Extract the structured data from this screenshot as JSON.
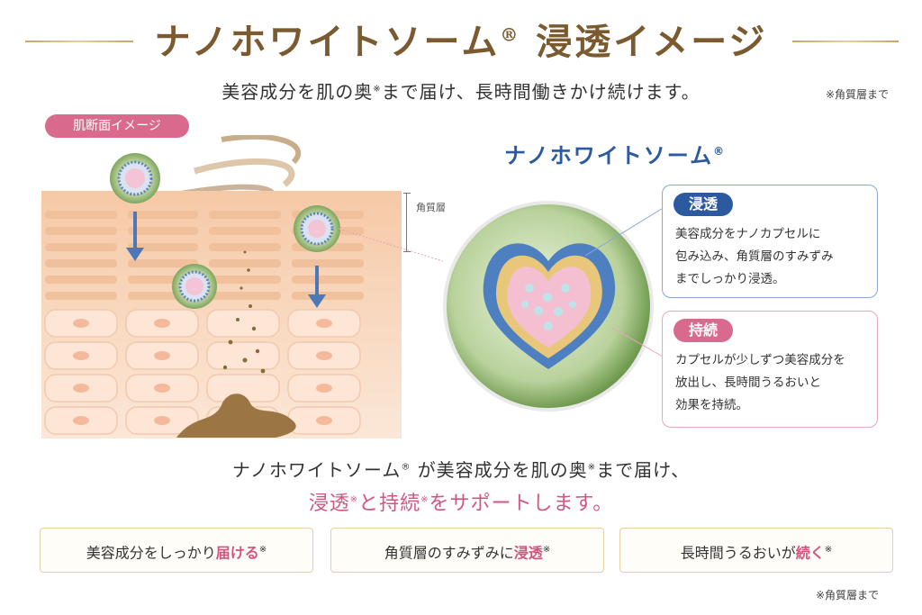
{
  "title": {
    "main": "ナノホワイトソーム",
    "reg": "®",
    "tail": " 浸透イメージ"
  },
  "subtitle": {
    "pre": "美容成分を肌の奥",
    "mark": "※",
    "post": "まで届け、長時間働きかけ続けます。"
  },
  "note_top": "※角質層まで",
  "skin_label": "肌断面イメージ",
  "nano_label": {
    "text": "ナノホワイトソーム",
    "reg": "®"
  },
  "stratum_label": "角質層",
  "callouts": [
    {
      "tag": "浸透",
      "lines": [
        "美容成分をナノカプセルに",
        "包み込み、角質層のすみずみ",
        "までしっかり浸透。"
      ]
    },
    {
      "tag": "持続",
      "lines": [
        "カプセルが少しずつ美容成分を",
        "放出し、長時間うるおいと",
        "効果を持続。"
      ]
    }
  ],
  "middle": {
    "a": "ナノホワイトソーム",
    "reg": "®",
    "b": " が美容成分を肌の奥",
    "mark": "※",
    "c": "まで届け、"
  },
  "pink_line": {
    "a": "浸透",
    "mark1": "※",
    "b": "と持続",
    "mark2": "※",
    "c": "をサポートします。"
  },
  "boxes": [
    {
      "pre": "美容成分をしっかり",
      "hl": "届ける",
      "mark": "※"
    },
    {
      "pre": "角質層のすみずみに",
      "hl": "浸透",
      "mark": "※"
    },
    {
      "pre": "長時間うるおいが",
      "hl": "続く",
      "mark": "※"
    }
  ],
  "note_bottom": "※角質層まで",
  "colors": {
    "gold": "#7a5a2e",
    "blue": "#2c5aa0",
    "pink": "#d2557d",
    "skin": "#f7d9c2"
  }
}
